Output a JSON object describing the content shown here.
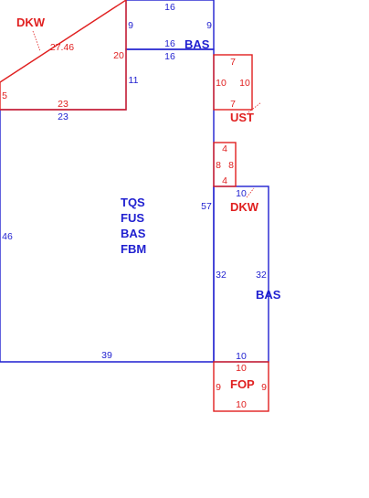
{
  "colors": {
    "living_area": "#1f1fd0",
    "add_on": "#e02020"
  },
  "main_area": {
    "codes": [
      "TQS",
      "FUS",
      "BAS",
      "FBM"
    ],
    "dims": {
      "left": "46",
      "bottom": "39",
      "right": "57"
    }
  },
  "base_notch": {
    "top": "23",
    "height": "11"
  },
  "upper_base": {
    "code": "BAS",
    "top": "16",
    "bottom": "16",
    "left": "9",
    "right": "9"
  },
  "deck_upper": {
    "code": "DKW",
    "diagonal": "27.46",
    "inner_top": "16",
    "right": "20",
    "left": "5",
    "bottom": "23"
  },
  "utility": {
    "code": "UST",
    "top": "7",
    "left": "10",
    "right": "10",
    "bottom": "7"
  },
  "small_box": {
    "top": "4",
    "left": "8",
    "right": "8",
    "bottom": "4"
  },
  "deck_right": {
    "code": "DKW",
    "top": "10"
  },
  "right_base": {
    "code": "BAS",
    "left": "32",
    "right": "32",
    "bottom": "10"
  },
  "porch": {
    "code": "FOP",
    "top": "10",
    "left": "9",
    "right": "9",
    "bottom": "10"
  }
}
